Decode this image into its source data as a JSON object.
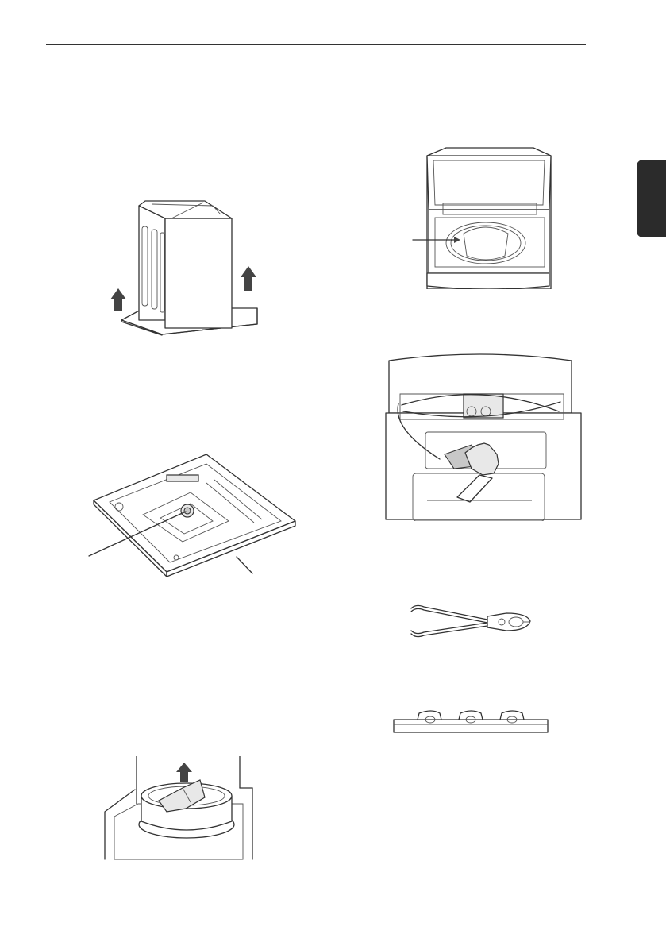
{
  "page": {
    "colors": {
      "ink": "#333333",
      "tab": "#2b2b2b",
      "arrow": "#444444"
    }
  },
  "header": {
    "rule": "horizontal-rule"
  },
  "side_tab": {
    "color": "#2b2b2b"
  },
  "figures": [
    {
      "id": "washer-lift",
      "icon": "washer-lifted-off-base-illustration"
    },
    {
      "id": "base-tray",
      "icon": "shipping-base-tray-illustration"
    },
    {
      "id": "tub-insert",
      "icon": "tub-insert-removal-illustration"
    },
    {
      "id": "open-lid",
      "icon": "open-lid-drum-illustration"
    },
    {
      "id": "hose-removal",
      "icon": "gloved-hand-hose-removal-illustration"
    },
    {
      "id": "pliers",
      "icon": "pliers-illustration"
    },
    {
      "id": "bracket",
      "icon": "shipping-bracket-illustration"
    }
  ]
}
